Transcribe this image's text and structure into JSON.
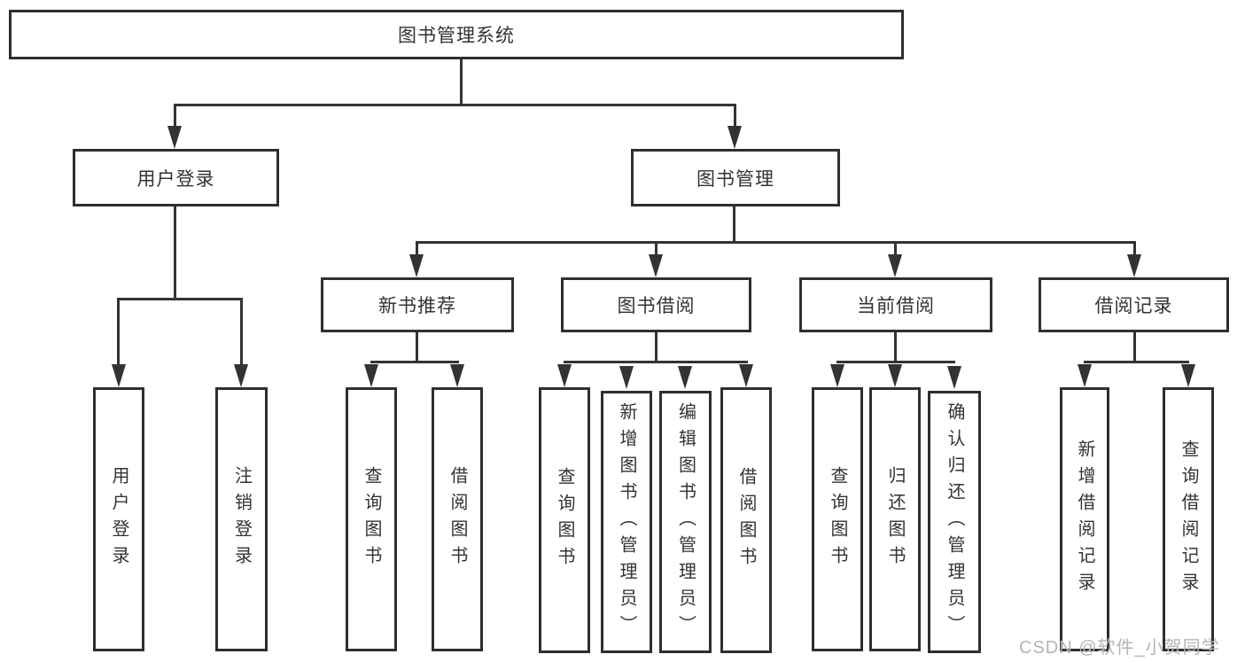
{
  "colors": {
    "line": "#333333",
    "box_border": "#2f2f2f",
    "box_background": "#ffffff",
    "text": "#333333",
    "watermark": "#b7b3b3",
    "page_background": "#ffffff"
  },
  "tree": {
    "root": "图书管理系统",
    "branches": [
      {
        "label": "用户登录",
        "children": [
          "用户登录",
          "注销登录"
        ]
      },
      {
        "label": "图书管理",
        "groups": [
          {
            "label": "新书推荐",
            "children": [
              "查询图书",
              "借阅图书"
            ]
          },
          {
            "label": "图书借阅",
            "children": [
              "查询图书",
              "新增图书（管理员）",
              "编辑图书（管理员）",
              "借阅图书"
            ]
          },
          {
            "label": "当前借阅",
            "children": [
              "查询图书",
              "归还图书",
              "确认归还（管理员）"
            ]
          },
          {
            "label": "借阅记录",
            "children": [
              "新增借阅记录",
              "查询借阅记录"
            ]
          }
        ]
      }
    ]
  },
  "watermark": "CSDN @软件_小贺同学"
}
